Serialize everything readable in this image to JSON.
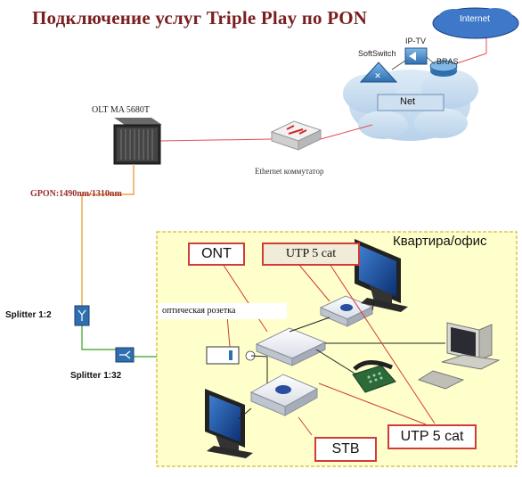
{
  "title": "Подключение услуг Triple Play по PON",
  "cloud_internet": "Internet",
  "cloud_net": "Net",
  "softswitch": "SoftSwitch",
  "iptv": "IP-TV",
  "bras": "BRAS",
  "olt": "OLT MA 5680T",
  "switch_label": "Ethernet коммутатор",
  "gpon": "GPON:1490nm/1310nm",
  "splitter1": "Splitter 1:2",
  "splitter2": "Splitter 1:32",
  "apartment": "Квартира/офис",
  "ont": "ONT",
  "utp_top": "UTP 5 cat",
  "utp_bottom": "UTP 5 cat",
  "optical_socket": "оптическая розетка",
  "stb": "STB",
  "colors": {
    "title": "#7a1f1f",
    "apartment_bg": "#ffffcc",
    "apartment_border": "#c8a800",
    "fiber_orange": "#f0a040",
    "fiber_green": "#55b040",
    "red_link": "#e03030",
    "cloud": "#c8def0",
    "router": "#3a86c8"
  }
}
